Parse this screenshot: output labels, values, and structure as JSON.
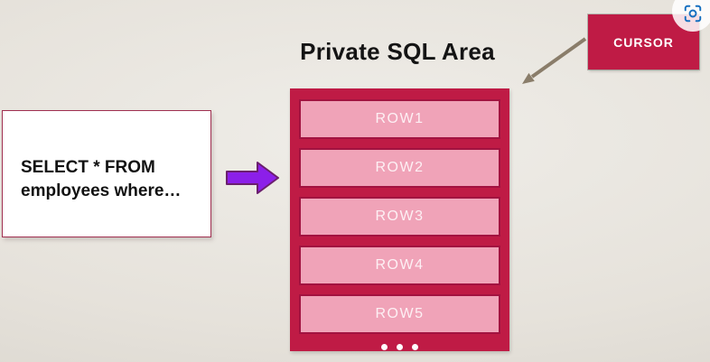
{
  "title": "Private SQL Area",
  "query_box": {
    "line1": "SELECT * FROM",
    "line2": "employees where…"
  },
  "sql_area": {
    "rows": [
      "ROW1",
      "ROW2",
      "ROW3",
      "ROW4",
      "ROW5"
    ],
    "more_rows_ellipsis": "•••"
  },
  "cursor_box": {
    "label": "CURSOR"
  },
  "icons": {
    "flow_arrow": "right-block-arrow-icon",
    "cursor_pointer": "diagonal-arrow-icon",
    "overlay": "visual-search-icon"
  },
  "colors": {
    "background": "#e6e2db",
    "crimson": "#bf1b45",
    "row_pink": "#f0a3b8",
    "row_border": "#a21340",
    "row_text": "#fdf0f4",
    "purple_arrow": "#8c1fe9",
    "purple_arrow_outline": "#6b1f6e",
    "taupe_arrow": "#8a7d6a",
    "icon_blue": "#166fc0",
    "title_text": "#141414"
  }
}
